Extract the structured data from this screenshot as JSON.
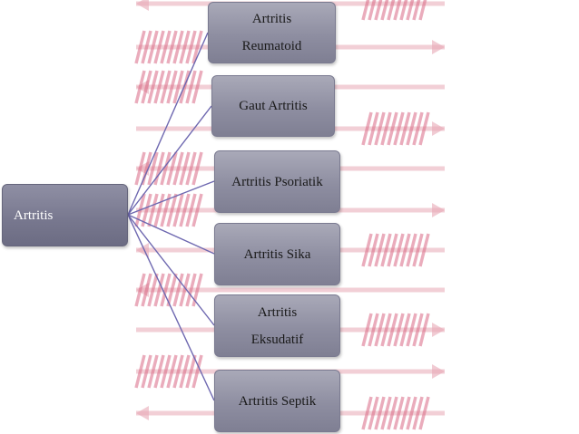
{
  "diagram": {
    "root": {
      "label": "Artritis"
    },
    "children": [
      {
        "lines": [
          "Artritis",
          "Reumatoid"
        ]
      },
      {
        "lines": [
          "Gaut Artritis"
        ]
      },
      {
        "lines": [
          "Artritis Psoriatik"
        ]
      },
      {
        "lines": [
          "Artritis Sika"
        ]
      },
      {
        "lines": [
          "Artritis",
          "Eksudatif"
        ]
      },
      {
        "lines": [
          "Artritis Septik"
        ]
      }
    ]
  },
  "colors": {
    "box_fill": "#8e8ea1",
    "connector": "#6e68b0",
    "arrow_shaft": "#e8a8b6",
    "arrow_feather": "#d96a86"
  }
}
